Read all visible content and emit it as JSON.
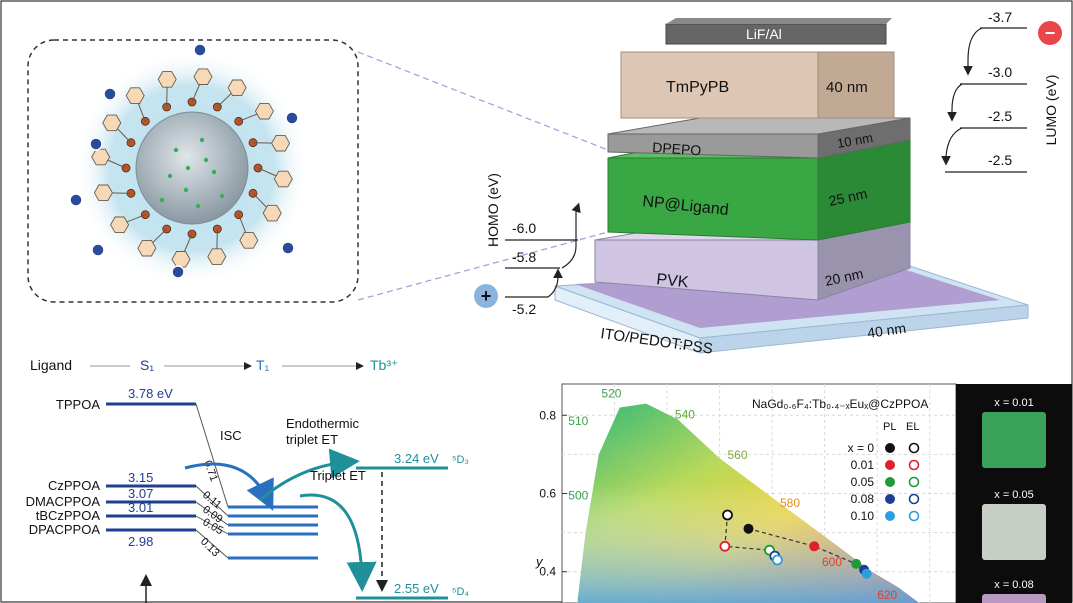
{
  "device": {
    "layers": [
      {
        "name": "LiF/Al",
        "thickness": ""
      },
      {
        "name": "TmPyPB",
        "thickness": "40 nm"
      },
      {
        "name": "DPEPO",
        "thickness": "10 nm"
      },
      {
        "name": "NP@Ligand",
        "thickness": "25 nm"
      },
      {
        "name": "PVK",
        "thickness": "20 nm"
      },
      {
        "name": "ITO/PEDOT:PSS",
        "thickness": "40 nm"
      }
    ],
    "lumo_label": "LUMO (eV)",
    "lumo_levels": [
      "-3.7",
      "-3.0",
      "-2.5",
      "-2.5"
    ],
    "homo_label": "HOMO (eV)",
    "homo_levels": [
      "-6.0",
      "-5.8",
      "-5.2"
    ],
    "minus_sign": "−",
    "plus_sign": "+"
  },
  "energy": {
    "header": {
      "ligand": "Ligand",
      "s1": "S₁",
      "t1": "T₁",
      "tb": "Tb³⁺"
    },
    "ligands": [
      {
        "name": "TPPOA",
        "s1": "3.78 eV"
      },
      {
        "name": "CzPPOA",
        "s1": "3.15"
      },
      {
        "name": "DMACPPOA",
        "s1": "3.07"
      },
      {
        "name": "tBCzPPOA",
        "s1": "3.01"
      },
      {
        "name": "DPACPPOA",
        "s1": "2.98"
      }
    ],
    "rates": [
      "0.71",
      "0.11",
      "0.09",
      "0.05",
      "0.13"
    ],
    "isc": "ISC",
    "endothermic": [
      "Endothermic",
      "triplet ET"
    ],
    "triplet_et": "Triplet ET",
    "tb_levels": [
      {
        "value": "3.24 eV",
        "state": "⁵D₃"
      },
      {
        "value": "2.55 eV",
        "state": "⁵D₄"
      }
    ]
  },
  "cie": {
    "title": "NaGd₀.₆F₄:Tb₀.₄₋ₓEuₓ@CzPPOA",
    "ylabel": "y",
    "yticks": [
      "0.8",
      "0.6",
      "0.4"
    ],
    "wavelengths": [
      "520",
      "510",
      "540",
      "560",
      "500",
      "580",
      "600",
      "620"
    ],
    "legend_pl": "PL",
    "legend_el": "EL",
    "legend_rows": [
      {
        "x": "x = 0",
        "color": "#111111"
      },
      {
        "x": "0.01",
        "color": "#e0202a"
      },
      {
        "x": "0.05",
        "color": "#1e9a3c"
      },
      {
        "x": "0.08",
        "color": "#1c3f95"
      },
      {
        "x": "0.10",
        "color": "#2a9ee0"
      }
    ],
    "pl_points": [
      {
        "x": 0.355,
        "y": 0.51,
        "color": "#111111"
      },
      {
        "x": 0.48,
        "y": 0.465,
        "color": "#e0202a"
      },
      {
        "x": 0.56,
        "y": 0.42,
        "color": "#1e9a3c"
      },
      {
        "x": 0.575,
        "y": 0.405,
        "color": "#1c3f95"
      },
      {
        "x": 0.58,
        "y": 0.395,
        "color": "#2a9ee0"
      }
    ],
    "el_points": [
      {
        "x": 0.315,
        "y": 0.545,
        "color": "#111111"
      },
      {
        "x": 0.31,
        "y": 0.465,
        "color": "#e0202a"
      },
      {
        "x": 0.395,
        "y": 0.455,
        "color": "#1e9a3c"
      },
      {
        "x": 0.405,
        "y": 0.44,
        "color": "#1c3f95"
      },
      {
        "x": 0.41,
        "y": 0.43,
        "color": "#2a9ee0"
      }
    ]
  },
  "photos": [
    {
      "label": "x = 0.01",
      "color": "#3aa25a"
    },
    {
      "label": "x = 0.05",
      "color": "#c8cfc4"
    },
    {
      "label": "x = 0.08",
      "color": "#b89ac0"
    }
  ],
  "colors": {
    "ligand_blue": "#1f3f8f",
    "teal": "#1f8f9a",
    "tb_text": "#1f8f9a",
    "green_layer": "#39a844",
    "minus_red": "#e8464a",
    "plus_blue": "#8ab4dc"
  }
}
